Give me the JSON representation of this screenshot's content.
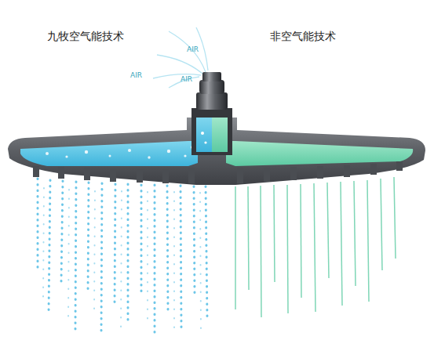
{
  "diagram": {
    "labels": [
      "九牧空气能技术",
      "AIR",
      "AIR",
      "AIR",
      "非空气能技术"
    ]
  }
}
